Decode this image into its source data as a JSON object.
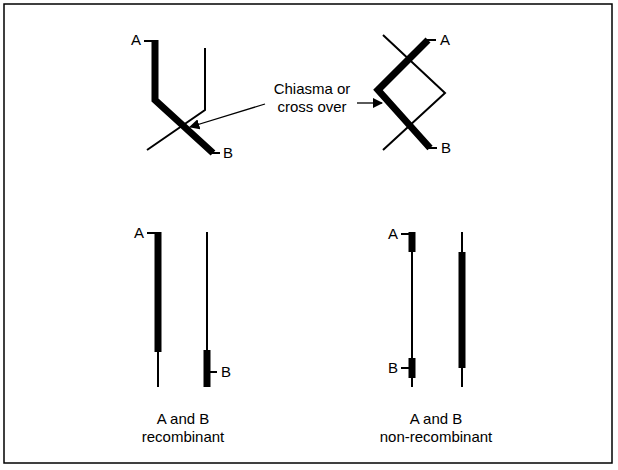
{
  "diagram": {
    "labels": [
      "A",
      "A",
      "Chiasma or cross over",
      "B",
      "B",
      "A",
      "A",
      "B",
      "B",
      "A and B recombinant",
      "A and B non-recombinant"
    ]
  }
}
